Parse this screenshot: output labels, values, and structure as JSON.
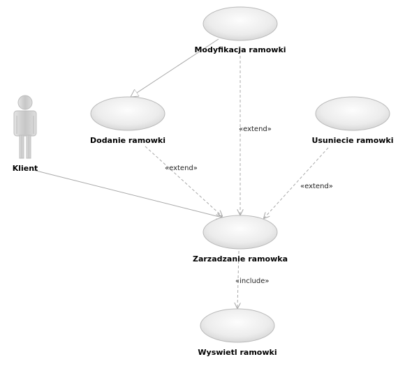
{
  "diagram": {
    "actor": {
      "name": "Klient"
    },
    "use_cases": {
      "modyfikacja": "Modyfikacja ramowki",
      "dodanie": "Dodanie ramowki",
      "usuniecie": "Usuniecie ramowki",
      "zarzadzanie": "Zarzadzanie ramowka",
      "wyswietl": "Wyswietl ramowki"
    },
    "relations": {
      "extend_modyfikacja": "«extend»",
      "extend_dodanie": "«extend»",
      "extend_usuniecie": "«extend»",
      "include_wyswietl": "«include»"
    }
  },
  "colors": {
    "ellipse_fill_center": "#fbfbfb",
    "ellipse_fill_edge": "#d8d8d8",
    "ellipse_stroke": "#b8b8b8",
    "line": "#a8a8a8",
    "actor": "#cfcfcf"
  }
}
